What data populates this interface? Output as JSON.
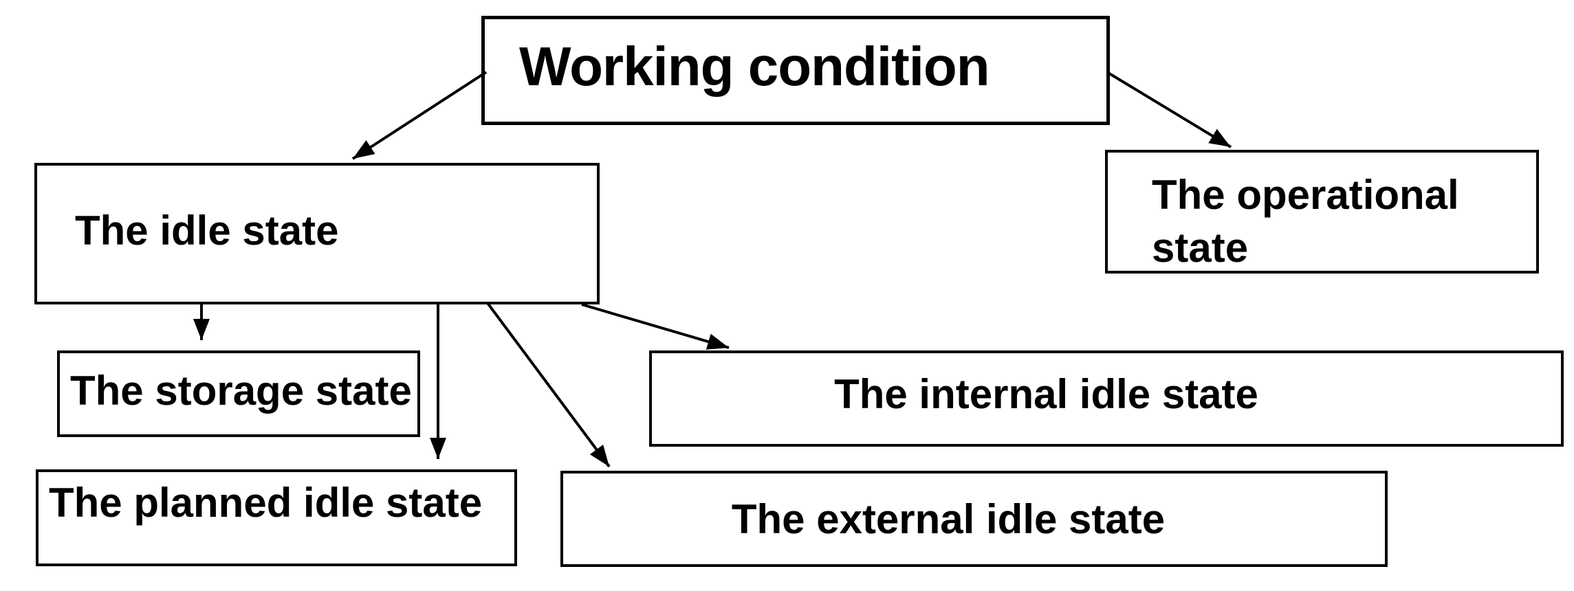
{
  "diagram": {
    "title": "Working condition",
    "nodes": {
      "working_condition": {
        "label": "Working condition"
      },
      "idle": {
        "label": "The idle state"
      },
      "operational": {
        "label": "The operational state"
      },
      "storage": {
        "label": "The storage state"
      },
      "planned": {
        "label": "The planned idle state"
      },
      "internal": {
        "label": "The internal idle state"
      },
      "external": {
        "label": "The external idle state"
      }
    },
    "edges": [
      {
        "from": "working_condition",
        "to": "idle"
      },
      {
        "from": "working_condition",
        "to": "operational"
      },
      {
        "from": "idle",
        "to": "storage"
      },
      {
        "from": "idle",
        "to": "planned"
      },
      {
        "from": "idle",
        "to": "external"
      },
      {
        "from": "idle",
        "to": "internal"
      }
    ],
    "colors": {
      "background": "#ffffff",
      "box_fill": "#ffffff",
      "box_border": "#000000",
      "text": "#000000",
      "arrow": "#000000"
    }
  }
}
